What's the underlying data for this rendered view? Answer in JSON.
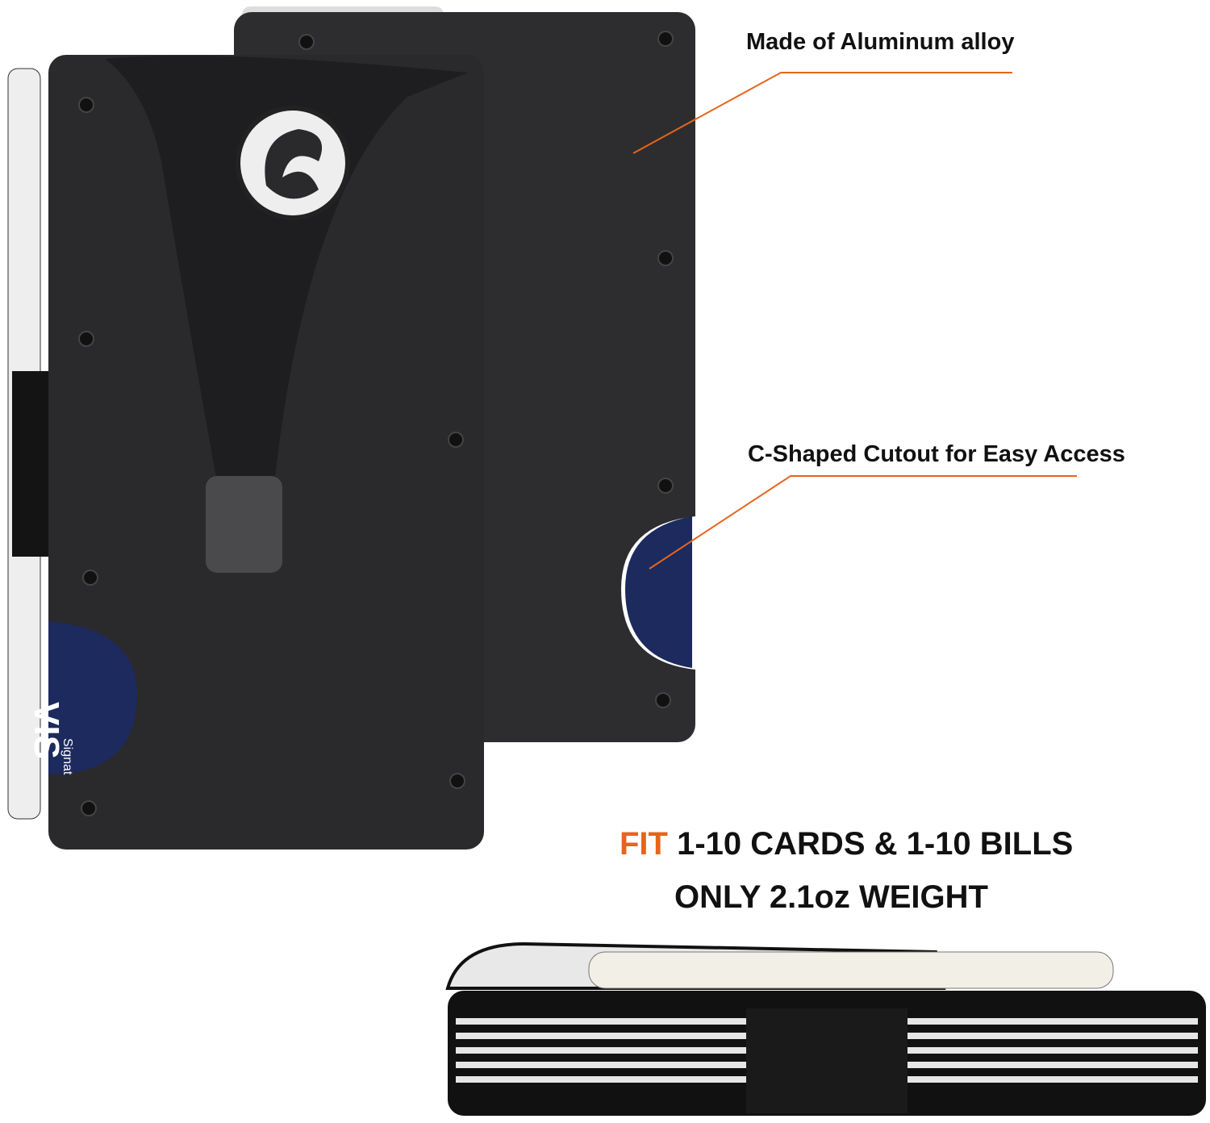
{
  "callouts": {
    "material": "Made of Aluminum alloy",
    "cutout": "C-Shaped Cutout for Easy Access"
  },
  "capacity": {
    "highlight": "FIT",
    "rest": " 1-10 CARDS & 1-10 BILLS",
    "weight": "ONLY 2.1oz WEIGHT"
  },
  "card_text": {
    "brand": "VIS",
    "sub": "Signat"
  },
  "colors": {
    "accent": "#e8641c",
    "wallet": "#2a2a2c",
    "card": "#1c2a5e"
  }
}
